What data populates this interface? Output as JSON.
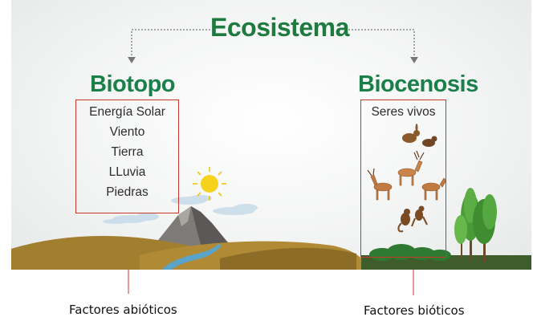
{
  "diagram": {
    "title": "Ecosistema",
    "left": {
      "heading": "Biotopo",
      "items": [
        "Energía Solar",
        "Viento",
        "Tierra",
        "LLuvia",
        "Piedras"
      ],
      "caption": "Factores abióticos"
    },
    "right": {
      "heading": "Biocenosis",
      "items": [
        "Seres vivos"
      ],
      "caption": "Factores bióticos"
    }
  },
  "colors": {
    "title": "#1f7a3f",
    "heading": "#1a7f48",
    "box_border": "#c9362c",
    "connector": "#777777",
    "hill": "#9c7a2e",
    "sky_cloud": "#b9d3e6"
  },
  "icons": {
    "illustration": [
      "sun-icon",
      "mountain-icon",
      "cloud-icon",
      "deer-icon",
      "rabbit-icon",
      "monkey-icon",
      "tree-icon",
      "bush-icon",
      "river-icon"
    ]
  }
}
